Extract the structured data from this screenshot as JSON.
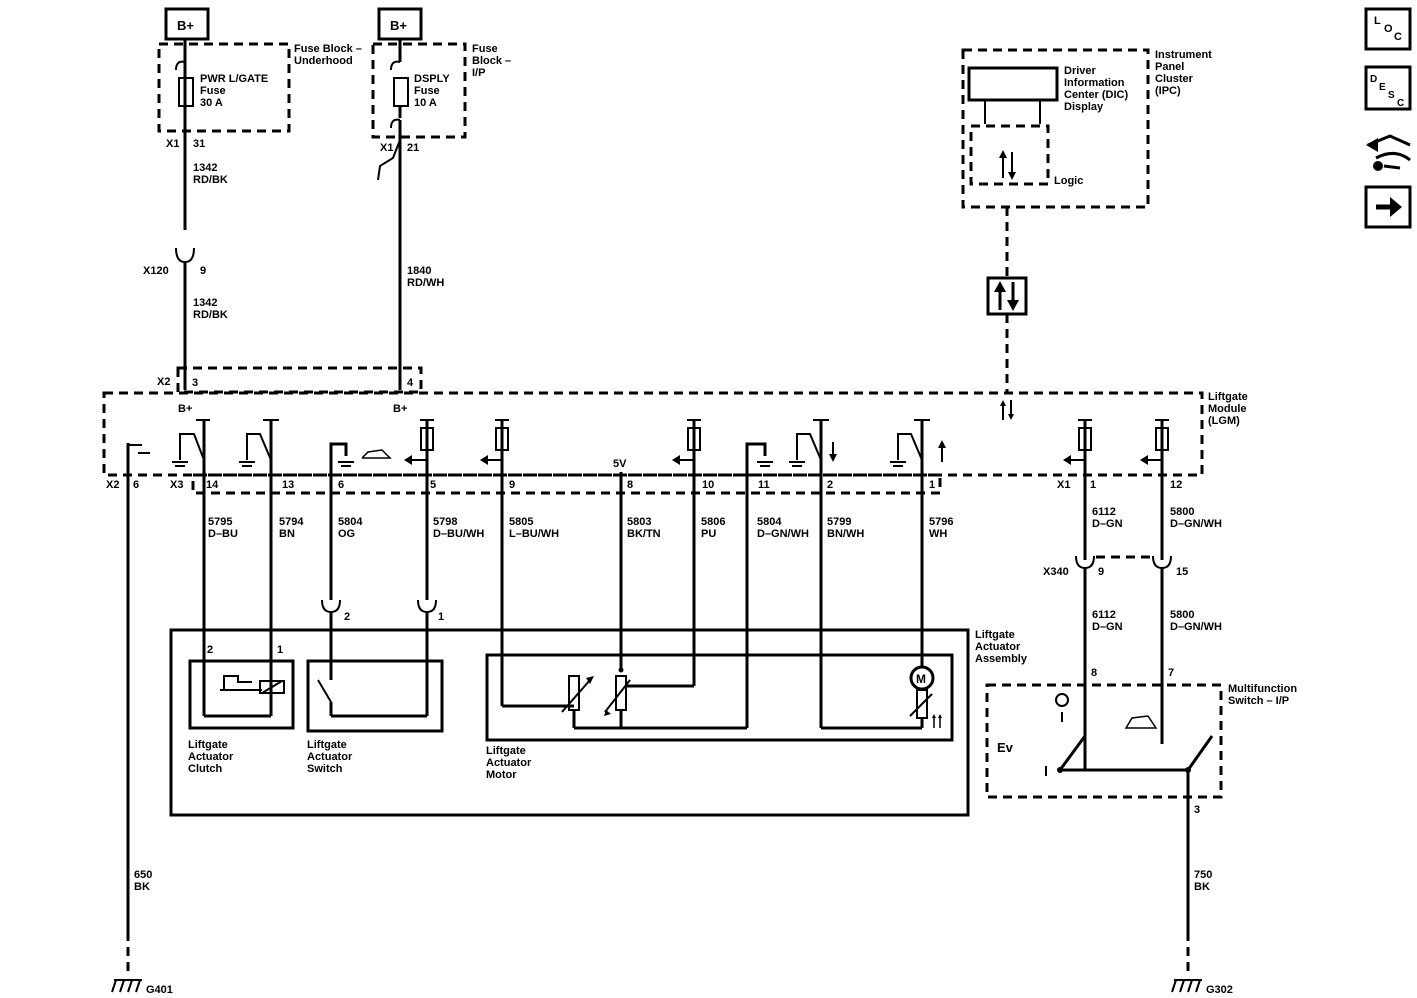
{
  "power_tags": [
    "B+",
    "B+"
  ],
  "fuse_blocks": [
    {
      "name_lines": [
        "Fuse Block –",
        "Underhood"
      ],
      "fuse_lines": [
        "PWR L/GATE",
        "Fuse",
        "30 A"
      ],
      "conn": "X1",
      "pin": "31"
    },
    {
      "name_lines": [
        "Fuse",
        "Block –",
        "I/P"
      ],
      "fuse_lines": [
        "DSPLY",
        "Fuse",
        "10 A"
      ],
      "conn": "X1",
      "pin": "21"
    }
  ],
  "wires_top": [
    {
      "circuit": "1342",
      "color": "RD/BK"
    },
    {
      "circuit": "1342",
      "color": "RD/BK"
    },
    {
      "circuit": "1840",
      "color": "RD/WH"
    }
  ],
  "inline_conn_x120": {
    "conn": "X120",
    "pin": "9"
  },
  "lgm": {
    "name_lines": [
      "Liftgate",
      "Module",
      "(LGM)"
    ],
    "x2_top": {
      "conn": "X2",
      "pins": [
        "3",
        "4"
      ]
    },
    "bplus": [
      "B+",
      "B+"
    ],
    "bottom_conn": {
      "x2": "X2",
      "x2_pin": "6",
      "x3": "X3",
      "x1": "X1"
    },
    "pins": [
      "14",
      "13",
      "6",
      "5",
      "9",
      "8",
      "10",
      "11",
      "2",
      "1",
      "1",
      "12"
    ],
    "five_v": "5V"
  },
  "wires_mid": [
    {
      "circuit": "5795",
      "color": "D–BU"
    },
    {
      "circuit": "5794",
      "color": "BN"
    },
    {
      "circuit": "5804",
      "color": "OG"
    },
    {
      "circuit": "5798",
      "color": "D–BU/WH"
    },
    {
      "circuit": "5805",
      "color": "L–BU/WH"
    },
    {
      "circuit": "5803",
      "color": "BK/TN"
    },
    {
      "circuit": "5806",
      "color": "PU"
    },
    {
      "circuit": "5804",
      "color": "D–GN/WH"
    },
    {
      "circuit": "5799",
      "color": "BN/WH"
    },
    {
      "circuit": "5796",
      "color": "WH"
    },
    {
      "circuit": "6112",
      "color": "D–GN"
    },
    {
      "circuit": "5800",
      "color": "D–GN/WH"
    },
    {
      "circuit": "6112",
      "color": "D–GN"
    },
    {
      "circuit": "5800",
      "color": "D–GN/WH"
    }
  ],
  "x340": {
    "conn": "X340",
    "pins": [
      "9",
      "15"
    ]
  },
  "actuator_assembly": {
    "name_lines": [
      "Liftgate",
      "Actuator",
      "Assembly"
    ],
    "conn_pins": [
      "2",
      "1"
    ],
    "clutch": {
      "pins": [
        "2",
        "1"
      ],
      "name_lines": [
        "Liftgate",
        "Actuator",
        "Clutch"
      ]
    },
    "switch": {
      "name_lines": [
        "Liftgate",
        "Actuator",
        "Switch"
      ]
    },
    "motor": {
      "name_lines": [
        "Liftgate",
        "Actuator",
        "Motor"
      ],
      "symbol": "M"
    }
  },
  "ipc": {
    "name_lines": [
      "Instrument",
      "Panel",
      "Cluster",
      "(IPC)"
    ],
    "dic_lines": [
      "Driver",
      "Information",
      "Center (DIC)",
      "Display"
    ],
    "logic": "Logic"
  },
  "multifunction_switch": {
    "name_lines": [
      "Multifunction",
      "Switch – I/P"
    ],
    "pins": [
      "8",
      "7",
      "3"
    ],
    "ev_label": "Ev"
  },
  "grounds": [
    {
      "circuit": "650",
      "color": "BK",
      "name": "G401"
    },
    {
      "circuit": "750",
      "color": "BK",
      "name": "G302"
    }
  ],
  "nav_icons": {
    "loc": [
      "L",
      "O",
      "C"
    ],
    "desc": [
      "D",
      "E",
      "S",
      "C"
    ],
    "icons": [
      "location-icon",
      "description-icon",
      "harness-icon",
      "next-page-icon"
    ]
  }
}
